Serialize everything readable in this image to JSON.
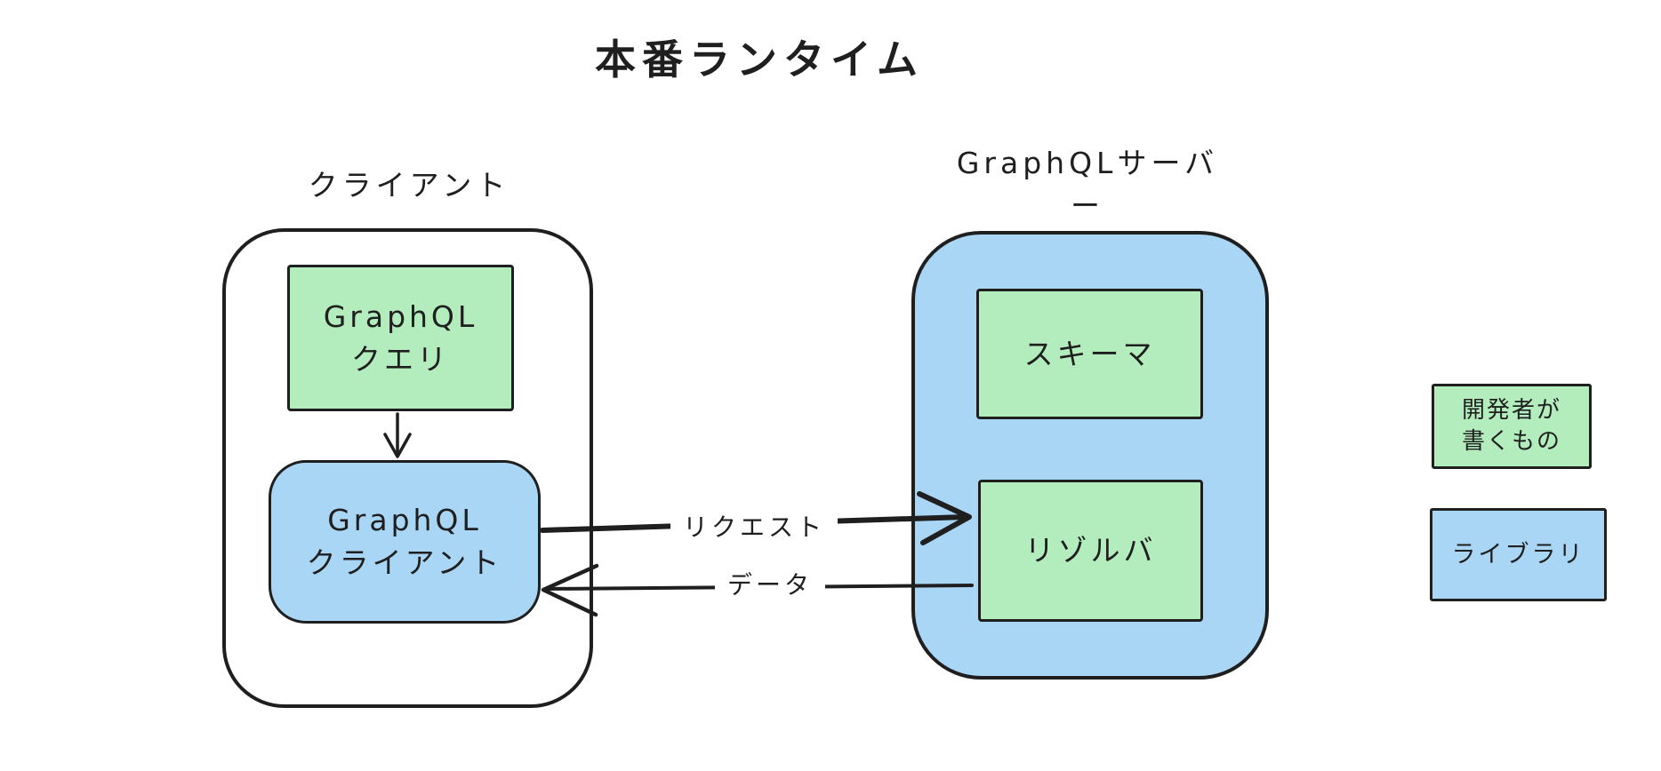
{
  "title": "本番ランタイム",
  "client_group": {
    "label": "クライアント",
    "query_box": {
      "line1": "GraphQL",
      "line2": "クエリ"
    },
    "client_box": {
      "line1": "GraphQL",
      "line2": "クライアント"
    }
  },
  "server_group": {
    "label": "GraphQLサーバー",
    "schema_box": {
      "label": "スキーマ"
    },
    "resolver_box": {
      "label": "リゾルバ"
    }
  },
  "arrows": {
    "request_label": "リクエスト",
    "data_label": "データ"
  },
  "legend": {
    "developer_item": {
      "line1": "開発者が",
      "line2": "書くもの",
      "color": "#b4edbd"
    },
    "library_item": {
      "label": "ライブラリ",
      "color": "#aad6f6"
    }
  },
  "colors": {
    "developer_green": "#b4edbd",
    "library_blue": "#aad6f6",
    "stroke": "#1f1f1f",
    "background": "#ffffff"
  }
}
